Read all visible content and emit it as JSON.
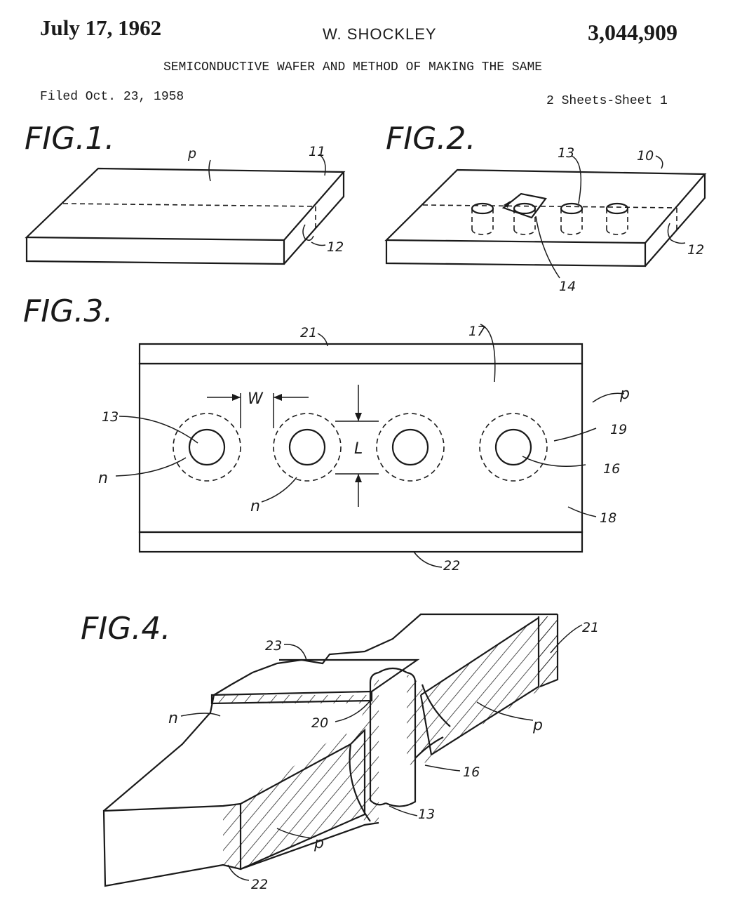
{
  "header": {
    "date": "July 17, 1962",
    "inventor": "W. SHOCKLEY",
    "patent_number": "3,044,909",
    "title": "SEMICONDUCTIVE WAFER AND METHOD OF MAKING THE SAME",
    "filed": "Filed Oct. 23, 1958",
    "sheets": "2 Sheets-Sheet 1"
  },
  "figures": {
    "fig1": {
      "label": "FIG.1.",
      "refs": [
        "p",
        "11",
        "12"
      ]
    },
    "fig2": {
      "label": "FIG.2.",
      "refs": [
        "13",
        "10",
        "12",
        "14"
      ]
    },
    "fig3": {
      "label": "FIG.3.",
      "refs": [
        "21",
        "17",
        "W",
        "p",
        "13",
        "19",
        "L",
        "16",
        "n",
        "n",
        "18",
        "22"
      ]
    },
    "fig4": {
      "label": "FIG.4.",
      "refs": [
        "21",
        "23",
        "n",
        "20",
        "p",
        "16",
        "13",
        "p",
        "22"
      ]
    }
  }
}
